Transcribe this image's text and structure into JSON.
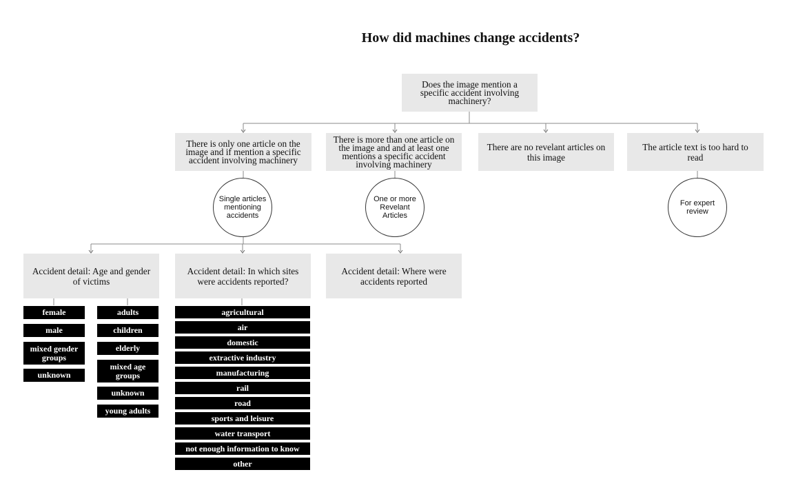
{
  "title": "How did machines change accidents?",
  "root": "Does the image mention a specific accident involving machinery?",
  "outcomes": [
    "There is only one article on the image and if mention a specific accident involving machinery",
    "There is more than one article on the image and and at least one mentions a specific accident involving machinery",
    "There are no revelant articles on this image",
    "The article text is too hard to read"
  ],
  "circles": [
    "Single articles mentioning accidents",
    "One or more Revelant Articles",
    "For expert review"
  ],
  "details": [
    "Accident detail: Age and gender of victims",
    "Accident detail: In which sites were accidents reported?",
    "Accident detail: Where were accidents reported"
  ],
  "gender_tags": [
    "female",
    "male",
    "mixed gender groups",
    "unknown"
  ],
  "age_tags": [
    "adults",
    "children",
    "elderly",
    "mixed age groups",
    "unknown",
    "young adults"
  ],
  "site_tags": [
    "agricultural",
    "air",
    "domestic",
    "extractive industry",
    "manufacturing",
    "rail",
    "road",
    "sports and leisure",
    "water transport",
    "not enough information to know",
    "other"
  ],
  "colors": {
    "box_bg": "#e8e8e8",
    "tag_bg": "#000000",
    "tag_text": "#ffffff",
    "line": "#888888"
  }
}
